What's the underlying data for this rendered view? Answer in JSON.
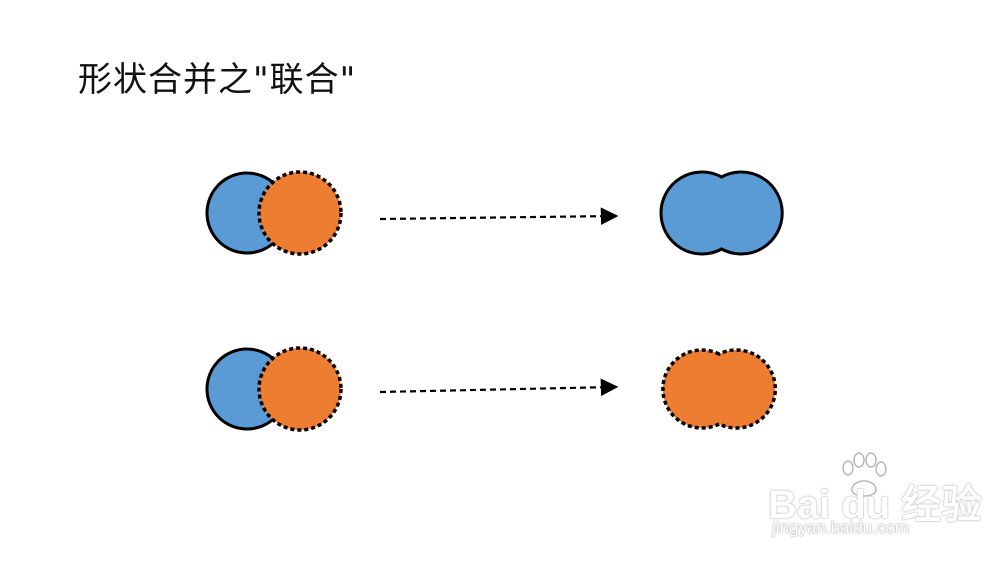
{
  "title": "形状合并之\"联合\"",
  "colors": {
    "blue": "#5b9bd5",
    "orange": "#ed7d31",
    "stroke": "#000000",
    "arrow": "#000000"
  },
  "watermark": {
    "logo_text": "Bai du 经验",
    "url": "jingyan.baidu.com",
    "icon": "paw-icon"
  }
}
